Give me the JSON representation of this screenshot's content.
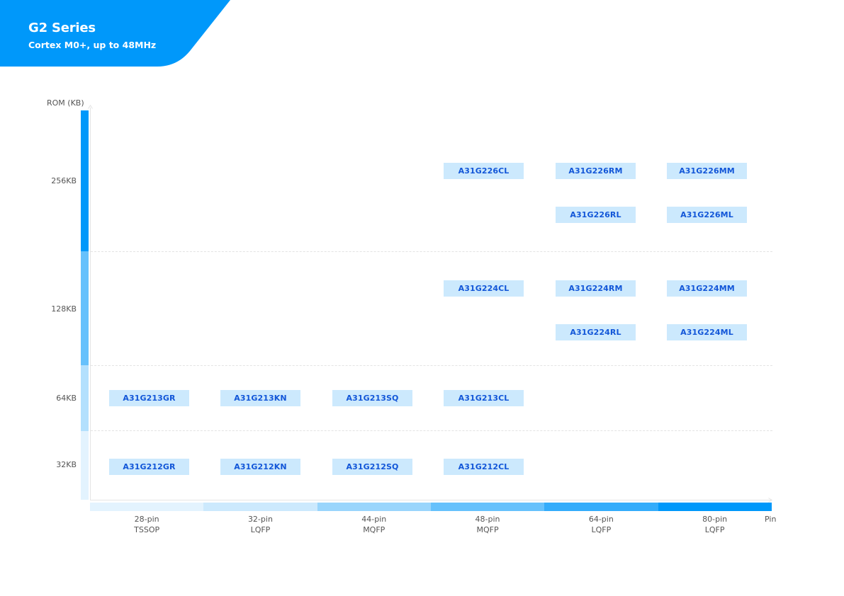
{
  "header": {
    "title": "G2 Series",
    "subtitle": "Cortex M0+, up to 48MHz",
    "color": "#0098fa"
  },
  "chart_data": {
    "type": "table",
    "title": "G2 Series",
    "subtitle": "Cortex M0+, up to 48MHz",
    "ylabel": "ROM (KB)",
    "xlabel": "Pin",
    "y_categories": [
      {
        "label": "256KB",
        "color": "#0098fa"
      },
      {
        "label": "128KB",
        "color": "#66c1fc"
      },
      {
        "label": "64KB",
        "color": "#b3e0fd"
      },
      {
        "label": "32KB",
        "color": "#e3f3fe"
      }
    ],
    "x_categories": [
      {
        "pins": "28-pin",
        "package": "TSSOP",
        "color": "#e3f3fe"
      },
      {
        "pins": "32-pin",
        "package": "LQFP",
        "color": "#cce9fd"
      },
      {
        "pins": "44-pin",
        "package": "MQFP",
        "color": "#99d5fc"
      },
      {
        "pins": "48-pin",
        "package": "MQFP",
        "color": "#66c1fc"
      },
      {
        "pins": "64-pin",
        "package": "LQFP",
        "color": "#33acfb"
      },
      {
        "pins": "80-pin",
        "package": "LQFP",
        "color": "#0098fa"
      }
    ],
    "parts": [
      {
        "name": "A31G226CL",
        "rom": "256KB",
        "pin": "48-pin",
        "slot": 0
      },
      {
        "name": "A31G226RM",
        "rom": "256KB",
        "pin": "64-pin",
        "slot": 0
      },
      {
        "name": "A31G226MM",
        "rom": "256KB",
        "pin": "80-pin",
        "slot": 0
      },
      {
        "name": "A31G226RL",
        "rom": "256KB",
        "pin": "64-pin",
        "slot": 1
      },
      {
        "name": "A31G226ML",
        "rom": "256KB",
        "pin": "80-pin",
        "slot": 1
      },
      {
        "name": "A31G224CL",
        "rom": "128KB",
        "pin": "48-pin",
        "slot": 0
      },
      {
        "name": "A31G224RM",
        "rom": "128KB",
        "pin": "64-pin",
        "slot": 0
      },
      {
        "name": "A31G224MM",
        "rom": "128KB",
        "pin": "80-pin",
        "slot": 0
      },
      {
        "name": "A31G224RL",
        "rom": "128KB",
        "pin": "64-pin",
        "slot": 1
      },
      {
        "name": "A31G224ML",
        "rom": "128KB",
        "pin": "80-pin",
        "slot": 1
      },
      {
        "name": "A31G213GR",
        "rom": "64KB",
        "pin": "28-pin",
        "slot": 0
      },
      {
        "name": "A31G213KN",
        "rom": "64KB",
        "pin": "32-pin",
        "slot": 0
      },
      {
        "name": "A31G213SQ",
        "rom": "64KB",
        "pin": "44-pin",
        "slot": 0
      },
      {
        "name": "A31G213CL",
        "rom": "64KB",
        "pin": "48-pin",
        "slot": 0
      },
      {
        "name": "A31G212GR",
        "rom": "32KB",
        "pin": "28-pin",
        "slot": 0
      },
      {
        "name": "A31G212KN",
        "rom": "32KB",
        "pin": "32-pin",
        "slot": 0
      },
      {
        "name": "A31G212SQ",
        "rom": "32KB",
        "pin": "44-pin",
        "slot": 0
      },
      {
        "name": "A31G212CL",
        "rom": "32KB",
        "pin": "48-pin",
        "slot": 0
      }
    ],
    "chip_colors": {
      "fill": "#cce9fd",
      "text": "#1256d8"
    }
  }
}
